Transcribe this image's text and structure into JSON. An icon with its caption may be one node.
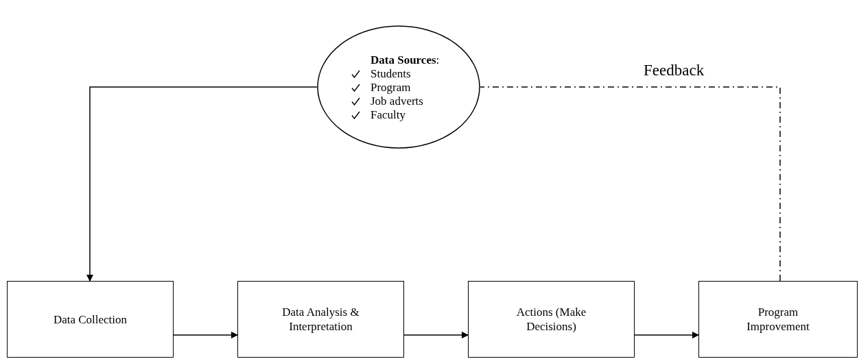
{
  "diagram": {
    "nodes": [
      {
        "text": [
          "**Data Sources**:",
          "Students",
          "Program",
          "Job adverts",
          "Faculty"
        ]
      },
      {
        "text": [
          "Data Collection"
        ]
      },
      {
        "text": [
          "Data Analysis & Interpretation"
        ]
      },
      {
        "text": [
          "Actions (Make Decisions)"
        ]
      },
      {
        "text": [
          "Program Improvement"
        ]
      }
    ],
    "edges": [
      {
        "from": 0,
        "to": 1,
        "arrow": "to"
      },
      {
        "from": 1,
        "to": 2,
        "arrow": "to"
      },
      {
        "from": 2,
        "to": 3,
        "arrow": "to"
      },
      {
        "from": 3,
        "to": 4,
        "arrow": "to"
      },
      {
        "from": 4,
        "to": 0,
        "arrow": "none",
        "label": "Feedback",
        "style": "dashed"
      }
    ]
  }
}
